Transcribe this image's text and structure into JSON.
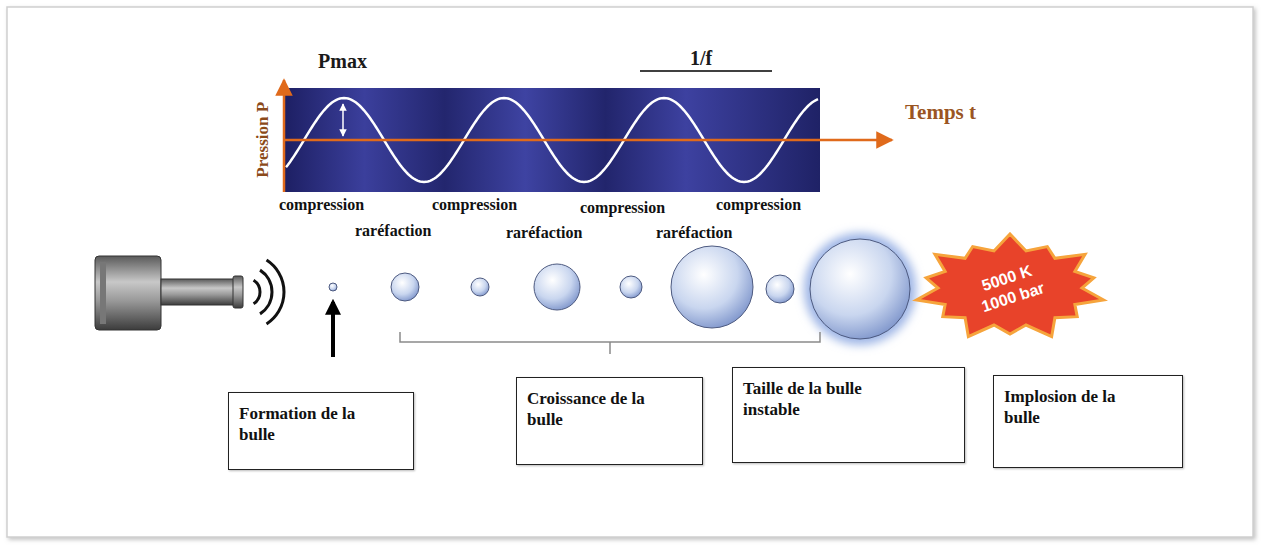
{
  "diagram": {
    "nodes": [
      {
        "text": [
          "5000 K 1000 bar"
        ]
      },
      {
        "text": [
          "Formation de la bulle"
        ]
      },
      {
        "text": [
          "Croissance de la bulle"
        ]
      },
      {
        "text": [
          "Taille de la bulle instable"
        ]
      },
      {
        "text": [
          "Implosion de la bulle"
        ]
      }
    ],
    "labels": [
      "Pmax",
      "1/f",
      "Temps t",
      "Pression P",
      "compression",
      "raréfaction",
      "compression",
      "raréfaction",
      "compression",
      "raréfaction",
      "compression"
    ]
  }
}
